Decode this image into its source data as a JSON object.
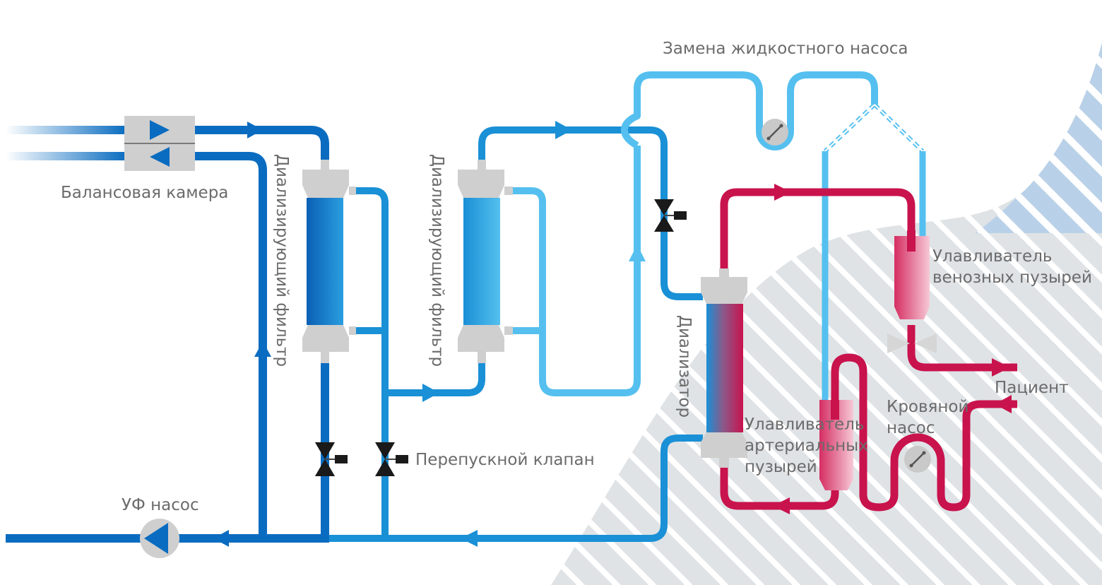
{
  "title": "Схема гемодиализа",
  "colors": {
    "dark_blue": "#0a6cc0",
    "mid_blue": "#1a90d6",
    "light_blue": "#55c0ef",
    "blood_red": "#c8134d",
    "component_gray": "#cfcfcf",
    "valve_black": "#1a1a1a",
    "label_gray": "#6b6b6b",
    "hatch_gray": "#dfe3e6",
    "hatch_blue": "#a9c6e3"
  },
  "labels": {
    "balance_chamber": "Балансовая камера",
    "dialysate_filter_1": "Диализирующий фильтр",
    "dialysate_filter_2": "Диализирующий фильтр",
    "fluid_pump_replacement": "Замена жидкостного насоса",
    "bypass_valve": "Перепускной клапан",
    "uf_pump": "УФ насос",
    "dialyzer": "Диализатор",
    "venous_trap_line1": "Улавливатель",
    "venous_trap_line2": "венозных пузырей",
    "arterial_trap_line1": "Улавливатель",
    "arterial_trap_line2": "артериальных",
    "arterial_trap_line3": "пузырей",
    "blood_pump_line1": "Кровяной",
    "blood_pump_line2": "насос",
    "patient": "Пациент"
  },
  "icons": {
    "flow_arrow": "triangle-arrow",
    "valve": "bowtie-valve",
    "pump": "circle-rotor"
  }
}
